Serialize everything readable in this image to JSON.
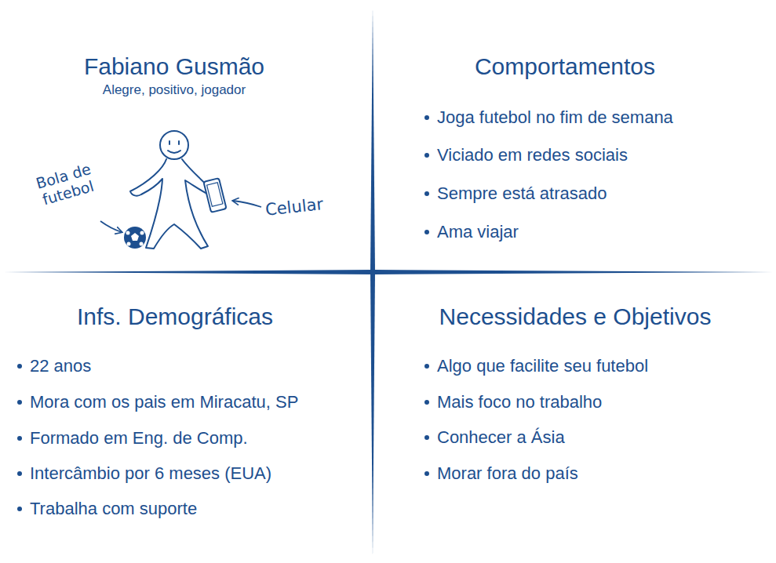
{
  "diagram": {
    "labels": [
      "Fabiano Gusmão",
      "Alegre, positivo, jogador",
      "Bola de futebol",
      "Celular",
      "Comportamentos",
      "Joga futebol no fim de semana",
      "Viciado em redes sociais",
      "Sempre está atrasado",
      "Ama viajar",
      "Infs. Demográficas",
      "22 anos",
      "Mora com os pais em Miracatu, SP",
      "Formado em Eng. de Comp.",
      "Intercâmbio por 6 meses (EUA)",
      "Trabalha com suporte",
      "Necessidades e Objetivos",
      "Algo que facilite seu futebol",
      "Mais foco no trabalho",
      "Conhecer a Ásia",
      "Morar fora do país"
    ]
  }
}
